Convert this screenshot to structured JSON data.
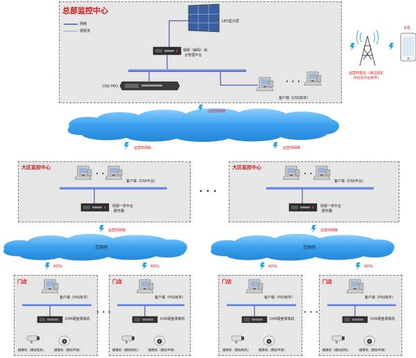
{
  "colors": {
    "title_red": "#d01818",
    "bus_blue": "#5b7fd6",
    "cloud_blue": "#3aa0ee",
    "bolt_blue": "#1fa2e6",
    "box_gray": "#e6e6e6"
  },
  "hq": {
    "title": "总部监控中心",
    "legend": [
      {
        "label": "网络",
        "color": "#1f3f8f"
      },
      {
        "label": "视频流",
        "color": "#8aa8ee"
      }
    ],
    "led_label": "LED显示屏",
    "platform_label_1": "视频（解码）综",
    "platform_label_2": "合管理平台",
    "dss_label": "DSS PRO",
    "client_label": "客户端（DSS软件）",
    "dots": "• • •"
  },
  "mobile": {
    "phone_label": "手机",
    "station_label_1": "运营商基站（通过固定",
    "station_label_2": "IP访问平台软件）"
  },
  "wan": {
    "top_label": "运营商网络",
    "left_label": "运营商网络",
    "right_label": "运营商网络"
  },
  "regions": [
    {
      "title": "大区监控中心",
      "client_label": "客户端（DSS平台）",
      "server_label_1": "软硬一体平台",
      "server_label_2": "服务器",
      "dots": "• •",
      "net_label": "运营商网络"
    },
    {
      "title": "大区监控中心",
      "client_label": "客户端（DSS平台）",
      "server_label_1": "软硬一体平台",
      "server_label_2": "服务器",
      "dots": "• •",
      "net_label": "运营商网络"
    }
  ],
  "middle_dots": "• • •",
  "internet": [
    {
      "label": "互联网"
    },
    {
      "label": "互联网"
    }
  ],
  "adsl_label": "ADSL",
  "stores": [
    {
      "title": "门店",
      "client_label": "客户端（PSS软件）",
      "dvr_label": "DVR硬盘录像机",
      "cam1_label": "摄像机（模拟枪机）",
      "cam2_label": "摄像机（模拟半球）"
    },
    {
      "title": "门店",
      "client_label": "客户端（PSS软件）",
      "dvr_label": "DVR硬盘录像机",
      "cam1_label": "摄像机（模拟枪机）",
      "cam2_label": "摄像机（模拟半球）"
    },
    {
      "title": "门店",
      "client_label": "客户端（PSS软件）",
      "dvr_label": "DVR硬盘录像机",
      "cam1_label": "摄像机（模拟枪机）",
      "cam2_label": "摄像机（模拟半球）"
    },
    {
      "title": "门店",
      "client_label": "客户端（PSS软件）",
      "dvr_label": "DVR硬盘录像机",
      "cam1_label": "摄像机（模拟枪机）",
      "cam2_label": "摄像机（模拟半球）"
    }
  ],
  "store_dots": "• • •"
}
